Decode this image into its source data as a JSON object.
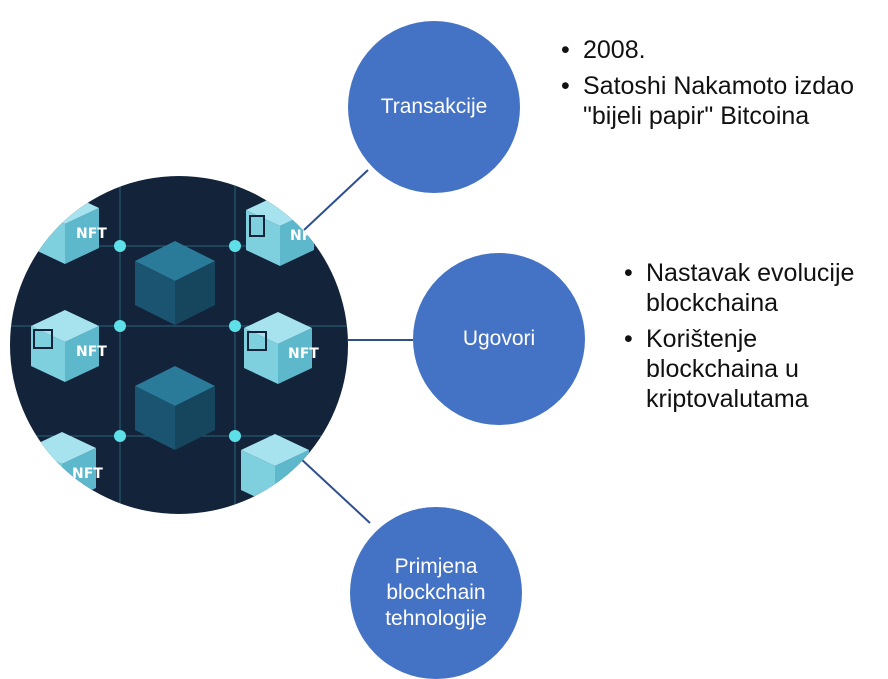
{
  "colors": {
    "node_fill": "#4472C4",
    "connector": "#2F4F8F",
    "bullet_text": "#111111",
    "image_bg": "#12233A",
    "cube_light": "#7FD0DF",
    "cube_side": "#5DB8CC",
    "dark_cube": "#1B5470"
  },
  "hub_image": {
    "icon": "nft-blockchain-image",
    "tiles": [
      "NFT",
      "NFT",
      "NFT",
      "NFT",
      "NFT"
    ]
  },
  "nodes": [
    {
      "id": "transakcije",
      "label": "Transakcije"
    },
    {
      "id": "ugovori",
      "label": "Ugovori"
    },
    {
      "id": "primjena",
      "label": "Primjena blockchain tehnologije"
    }
  ],
  "bullets": {
    "transakcije": [
      "2008.",
      "Satoshi Nakamoto izdao \"bijeli papir\" Bitcoina"
    ],
    "ugovori": [
      "Nastavak evolucije blockchaina",
      "Korištenje blockchaina u kriptovalutama"
    ]
  }
}
